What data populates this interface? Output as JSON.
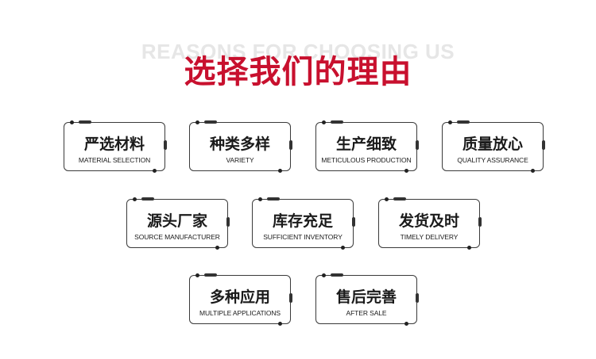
{
  "header": {
    "bg_title": "REASONS FOR CHOOSING US",
    "title": "选择我们的理由"
  },
  "colors": {
    "accent": "#c8102e",
    "text": "#1a1a1a",
    "border": "#3a3a3a"
  },
  "cards": [
    {
      "cn": "严选材料",
      "en": "MATERIAL SELECTION"
    },
    {
      "cn": "种类多样",
      "en": "VARIETY"
    },
    {
      "cn": "生产细致",
      "en": "METICULOUS PRODUCTION"
    },
    {
      "cn": "质量放心",
      "en": "QUALITY ASSURANCE"
    },
    {
      "cn": "源头厂家",
      "en": "SOURCE MANUFACTURER"
    },
    {
      "cn": "库存充足",
      "en": "SUFFICIENT INVENTORY"
    },
    {
      "cn": "发货及时",
      "en": "TIMELY DELIVERY"
    },
    {
      "cn": "多种应用",
      "en": "MULTIPLE APPLICATIONS"
    },
    {
      "cn": "售后完善",
      "en": "AFTER SALE"
    }
  ]
}
